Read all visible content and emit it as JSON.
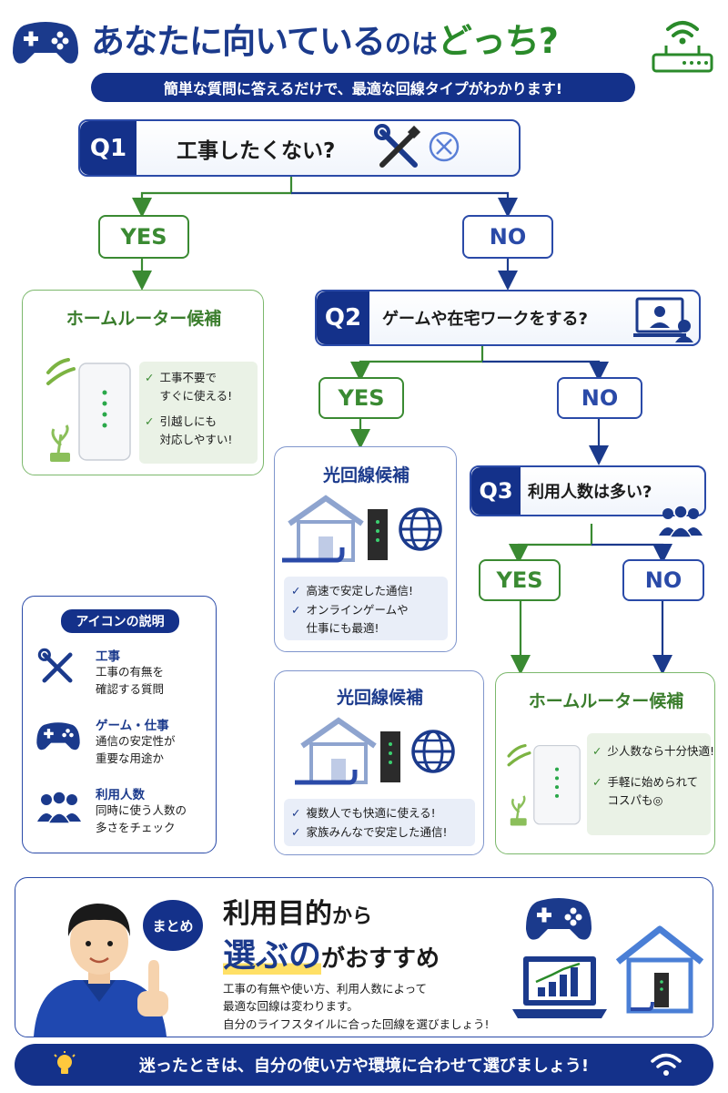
{
  "header": {
    "title_part1": "あなたに向いている",
    "title_part2": "のは",
    "title_part3": "どっち?",
    "subtitle": "簡単な質問に答えるだけで、最適な回線タイプがわかります!"
  },
  "q1": {
    "badge": "Q1",
    "text": "工事したくない?"
  },
  "q1_yes": "YES",
  "q1_no": "NO",
  "card_home1": {
    "title": "ホームルーター候補",
    "items": [
      {
        "line1": "工事不要で",
        "line2": "すぐに使える!"
      },
      {
        "line1": "引越しにも",
        "line2": "対応しやすい!"
      }
    ]
  },
  "q2": {
    "badge": "Q2",
    "text": "ゲームや在宅ワークをする?"
  },
  "q2_yes": "YES",
  "q2_no": "NO",
  "card_fiber1": {
    "title": "光回線候補",
    "items": [
      {
        "line1": "高速で安定した通信!"
      },
      {
        "line1": "オンラインゲームや",
        "line2": "仕事にも最適!"
      }
    ]
  },
  "q3": {
    "badge": "Q3",
    "text": "利用人数は多い?"
  },
  "q3_yes": "YES",
  "q3_no": "NO",
  "card_fiber2": {
    "title": "光回線候補",
    "items": [
      {
        "line1": "複数人でも快適に使える!"
      },
      {
        "line1": "家族みんなで安定した通信!"
      }
    ]
  },
  "card_home2": {
    "title": "ホームルーター候補",
    "items": [
      {
        "line1": "少人数なら十分快適!"
      },
      {
        "line1": "手軽に始められて",
        "line2": "コスパも◎"
      }
    ]
  },
  "legend": {
    "title": "アイコンの説明",
    "items": [
      {
        "name": "工事",
        "desc1": "工事の有無を",
        "desc2": "確認する質問"
      },
      {
        "name": "ゲーム・仕事",
        "desc1": "通信の安定性が",
        "desc2": "重要な用途か"
      },
      {
        "name": "利用人数",
        "desc1": "同時に使う人数の",
        "desc2": "多さをチェック"
      }
    ]
  },
  "summary": {
    "bubble": "まとめ",
    "headline1_a": "利用目的",
    "headline1_b": "から",
    "headline2_a": "選ぶの",
    "headline2_b": "がおすすめ",
    "body1": "工事の有無や使い方、利用人数によって",
    "body2": "最適な回線は変わります。",
    "body3": "自分のライフスタイルに合った回線を選びましょう!"
  },
  "footer": {
    "text": "迷ったときは、自分の使い方や環境に合わせて選びましょう!"
  }
}
